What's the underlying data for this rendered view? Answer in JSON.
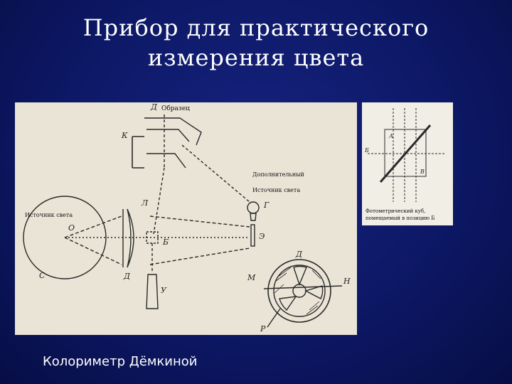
{
  "slide": {
    "title_line1": "Прибор для практического",
    "title_line2": "измерения цвета",
    "caption": "Колориметр Дёмкиной"
  },
  "main_diagram": {
    "label_sample": "Образец",
    "label_extra_source_1": "Дополнительный",
    "label_extra_source_2": "Источник света",
    "label_source": "Источник света",
    "letters": {
      "d_top": "Д",
      "k": "К",
      "g": "Г",
      "l": "Л",
      "o": "О",
      "b": "Б",
      "e": "Э",
      "s": "С",
      "d_lens": "Д",
      "u": "У",
      "m": "М",
      "d_wheel": "Д",
      "n": "Н",
      "r": "Р"
    }
  },
  "side_diagram": {
    "caption": "Фотометрический куб, помещаемый в позицию Б",
    "letters": {
      "a": "А",
      "b": "Б",
      "v": "В"
    }
  },
  "colors": {
    "background": "#0d1866",
    "title_text": "#ffffff",
    "panel": "#e9e4d6",
    "ink": "#222222"
  }
}
